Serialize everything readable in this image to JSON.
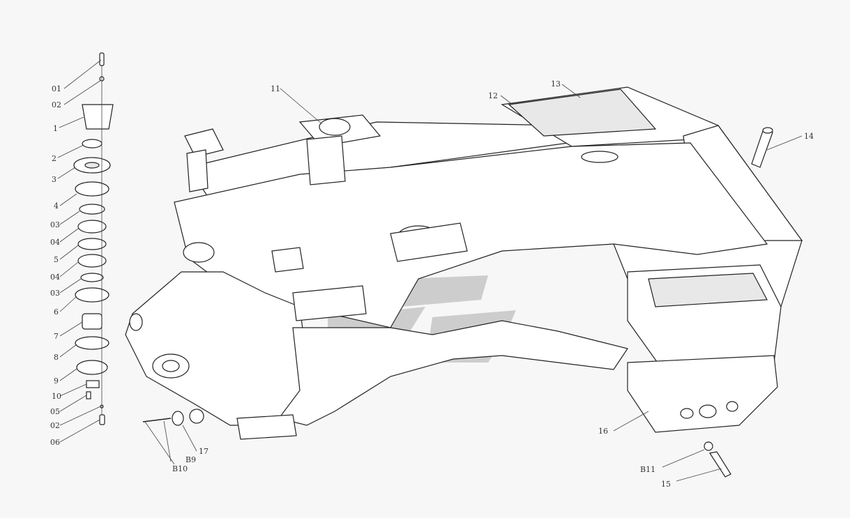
{
  "labels_left": [
    "01",
    "02",
    "1",
    "2",
    "3",
    "4",
    "03",
    "04",
    "5",
    "04",
    "03",
    "6",
    "7",
    "8",
    "9",
    "10",
    "05",
    "02",
    "06"
  ],
  "labels_main": {
    "p11": "11",
    "p12": "12",
    "p13": "13",
    "p14": "14",
    "p15": "15",
    "p16": "16",
    "p17": "17",
    "b9": "B9",
    "b10": "B10",
    "b11": "B11"
  },
  "colors": {
    "line": "#222222",
    "watermark": "#c6c6c6",
    "background": "#f7f7f7"
  }
}
